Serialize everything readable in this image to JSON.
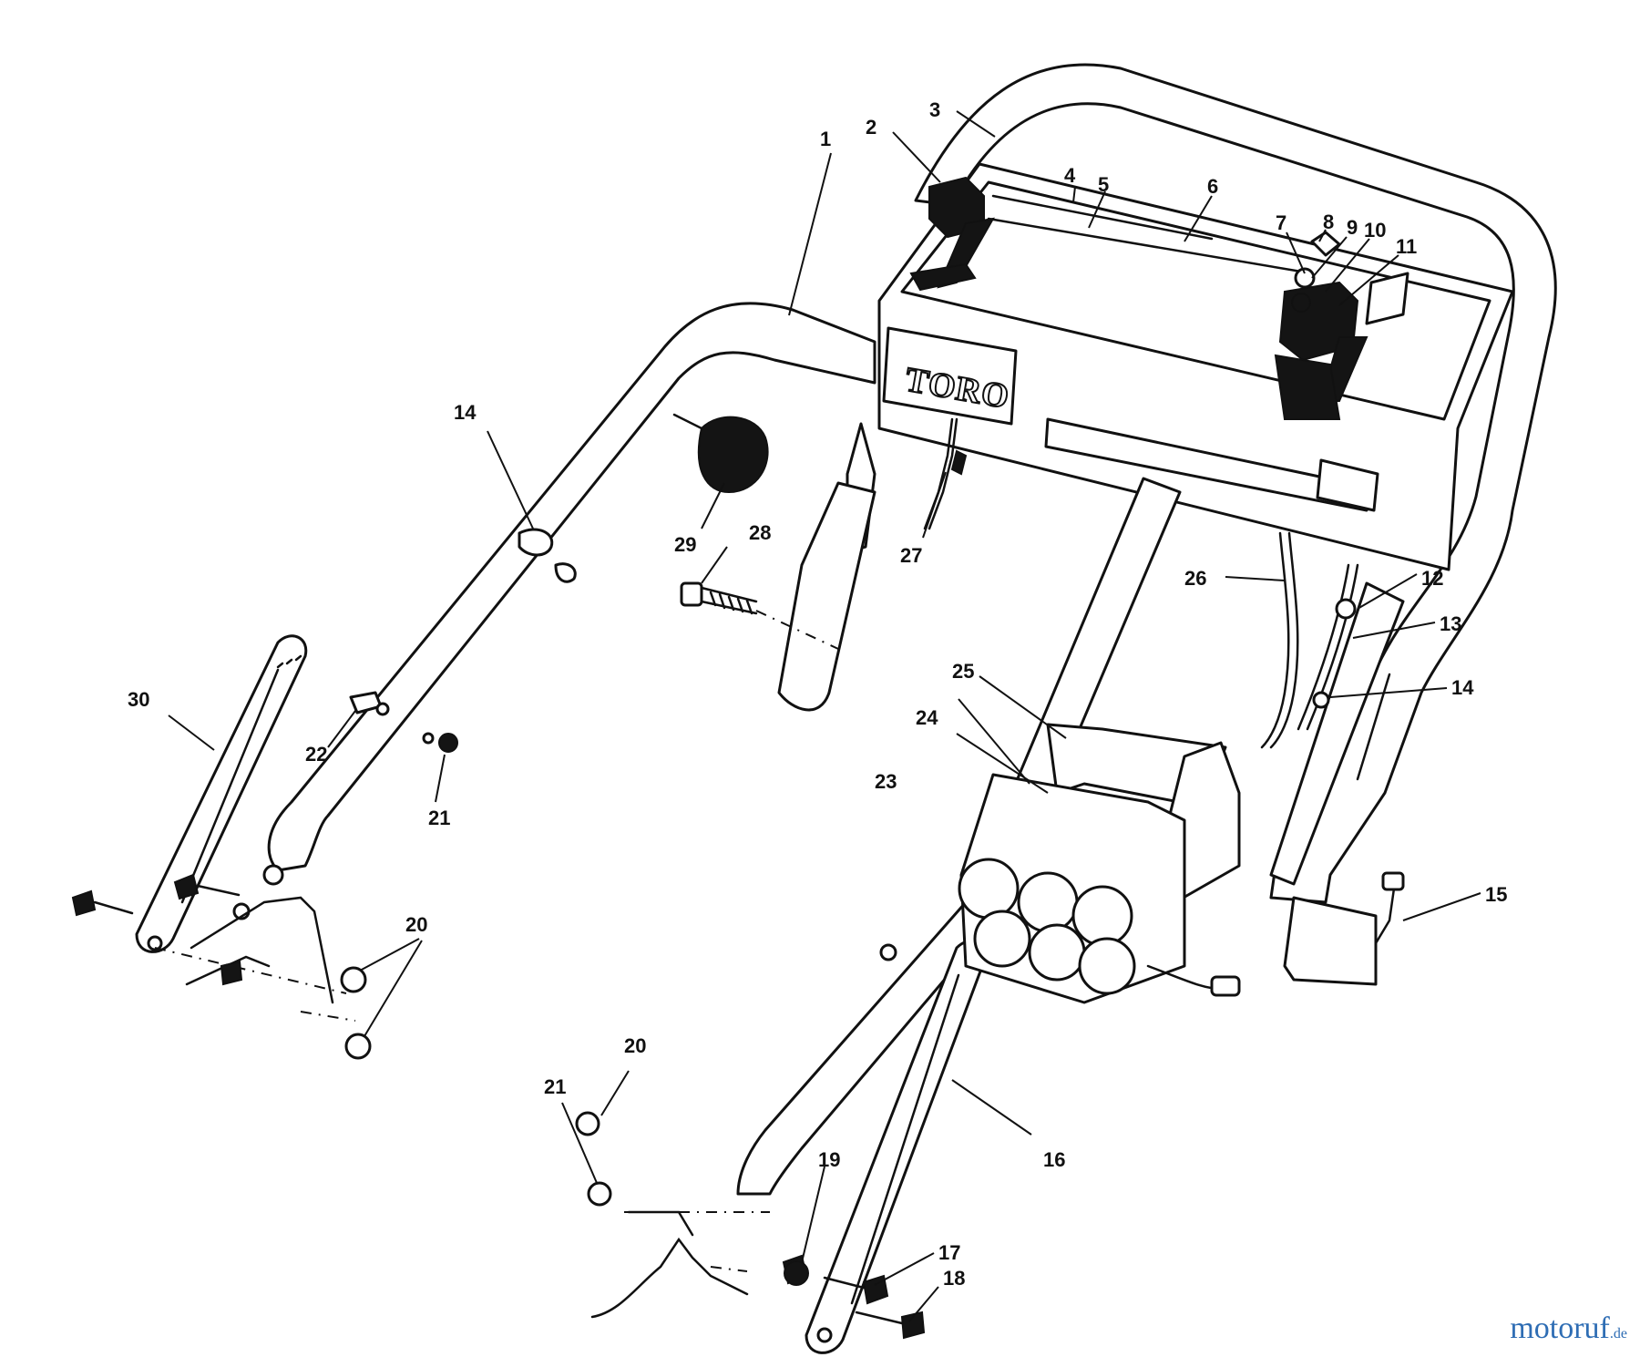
{
  "brand_plate": {
    "text": "TORO"
  },
  "watermark": {
    "main": "motoruf",
    "tld": ".de"
  },
  "callouts": [
    {
      "id": "c1",
      "label": "1"
    },
    {
      "id": "c2",
      "label": "2"
    },
    {
      "id": "c3",
      "label": "3"
    },
    {
      "id": "c4",
      "label": "4"
    },
    {
      "id": "c5",
      "label": "5"
    },
    {
      "id": "c6",
      "label": "6"
    },
    {
      "id": "c7",
      "label": "7"
    },
    {
      "id": "c8",
      "label": "8"
    },
    {
      "id": "c9",
      "label": "9"
    },
    {
      "id": "c10",
      "label": "10"
    },
    {
      "id": "c11",
      "label": "11"
    },
    {
      "id": "c12",
      "label": "12"
    },
    {
      "id": "c13",
      "label": "13"
    },
    {
      "id": "c14a",
      "label": "14"
    },
    {
      "id": "c14b",
      "label": "14"
    },
    {
      "id": "c15",
      "label": "15"
    },
    {
      "id": "c16",
      "label": "16"
    },
    {
      "id": "c17",
      "label": "17"
    },
    {
      "id": "c18",
      "label": "18"
    },
    {
      "id": "c19",
      "label": "19"
    },
    {
      "id": "c20a",
      "label": "20"
    },
    {
      "id": "c20b",
      "label": "20"
    },
    {
      "id": "c21a",
      "label": "21"
    },
    {
      "id": "c21b",
      "label": "21"
    },
    {
      "id": "c22",
      "label": "22"
    },
    {
      "id": "c23",
      "label": "23"
    },
    {
      "id": "c24",
      "label": "24"
    },
    {
      "id": "c25",
      "label": "25"
    },
    {
      "id": "c26",
      "label": "26"
    },
    {
      "id": "c27",
      "label": "27"
    },
    {
      "id": "c28",
      "label": "28"
    },
    {
      "id": "c29",
      "label": "29"
    },
    {
      "id": "c30",
      "label": "30"
    }
  ]
}
